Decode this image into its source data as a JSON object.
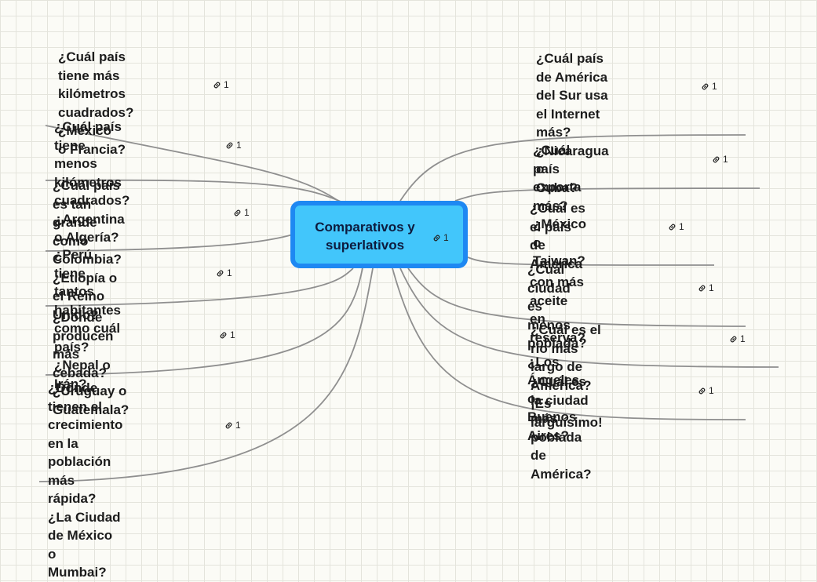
{
  "center": {
    "label": "Comparativos y\nsuperlativos",
    "link_count": "1"
  },
  "link_icon": "link-icon",
  "colors": {
    "center_fill": "#42c6fb",
    "center_border": "#1e88f2",
    "connector": "#8f8f8f"
  },
  "topics_left": [
    {
      "label": "¿Cuál país tiene más\nkilómetros\ncuadrados? ¿México\no Francia?",
      "link_count": "1"
    },
    {
      "label": "¿Cuál país tiene menos\nkilómetros cuadrados?\n¿Argentina o Algería?",
      "link_count": "1"
    },
    {
      "label": "¿Cuál país es tan grande\ncomo Colombia?\n¿Etiopía o el Reino\nUnido?",
      "link_count": "1"
    },
    {
      "label": "¿Perú tiene tantos\nhabitantes como cuál\npaís? ¿Nepal o Irán?",
      "link_count": "1"
    },
    {
      "label": "¿Dónde producen más\ncebada? ¿Uruguay o\nGuatemala?",
      "link_count": "1"
    },
    {
      "label": "¿Dónde tienen el\ncrecimiento en la\npoblación más rápida?\n¿La Ciudad de México o\nMumbai?",
      "link_count": "1"
    }
  ],
  "topics_right": [
    {
      "label": "¿Cuál país de América\ndel Sur usa el Internet\nmás? ¿Nicaragua o\nCuba?",
      "link_count": "1"
    },
    {
      "label": "¿Cuál país exporta más?\n¿México o Taiwan?",
      "link_count": "1"
    },
    {
      "label": "¿Cuál es el país de\nAmérica con más\naceite en reserva?",
      "link_count": "1"
    },
    {
      "label": "¿Cuál ciudad es menos\npoblada? ¿Los Ángeles\no Buenos Aires?",
      "link_count": "1"
    },
    {
      "label": "¿Cuál es el río más largo de\nAmérica? ¡Es larguísimo!",
      "link_count": "1"
    },
    {
      "label": "¿Cuál es la ciudad más\npoblada de América?",
      "link_count": "1"
    }
  ]
}
